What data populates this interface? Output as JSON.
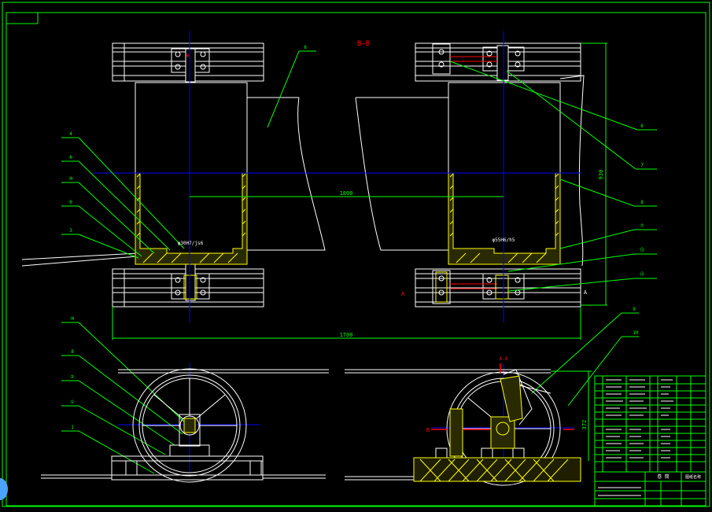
{
  "colors": {
    "background": "#000000",
    "frame": "#00ff00",
    "outline": "#ffffff",
    "centerline": "#0000ff",
    "leader": "#00ff00",
    "highlight": "#ffff00",
    "section": "#ff0000",
    "cursor": "#4aa3ff"
  },
  "view": {
    "section_label": "B—B",
    "dim_top_width": "1800",
    "dim_overall_width": "1700",
    "dim_right_height": "930",
    "dim_bottom_height": "372",
    "fit_left": "φ30H7/js6",
    "fit_right": "φ55H6/h5",
    "marker_left": "A",
    "marker_right": "A",
    "section_b": "B",
    "section_a": "A-A"
  },
  "callouts": {
    "c1": "8",
    "c2": "6",
    "c3": "7",
    "c4": "8",
    "c5": "4",
    "c6": "⑧",
    "c7": "⑩",
    "c8": "⑥",
    "c9": "3",
    "c10": "⑦",
    "c11": "⑬",
    "c12": "⑫",
    "c13": "⑩",
    "c14": "8",
    "c15": "②",
    "c16": "①",
    "c17": "1",
    "c18": "9",
    "c19": "10"
  },
  "title_block": {
    "name": "卷 筒",
    "company": "图纸名称"
  }
}
